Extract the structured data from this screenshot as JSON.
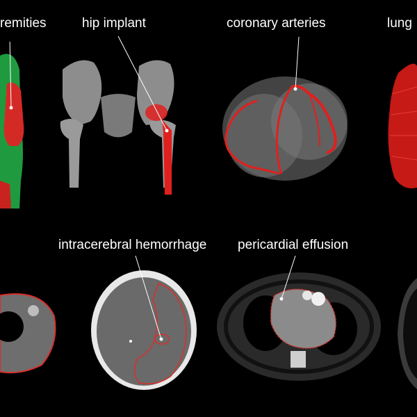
{
  "labels": {
    "extremities": "remities",
    "hip_implant": "hip implant",
    "coronary_arteries": "coronary arteries",
    "lung": "lung",
    "intracerebral_hemorrhage": "intracerebral hemorrhage",
    "pericardial_effusion": "pericardial effusion"
  },
  "colors": {
    "background": "#000000",
    "segmentation_red": "#e0201e",
    "outline_red": "#d8302a",
    "body_green": "#1f9a3f",
    "bone_gray": "#8c8c8c",
    "label_white": "#ffffff"
  }
}
